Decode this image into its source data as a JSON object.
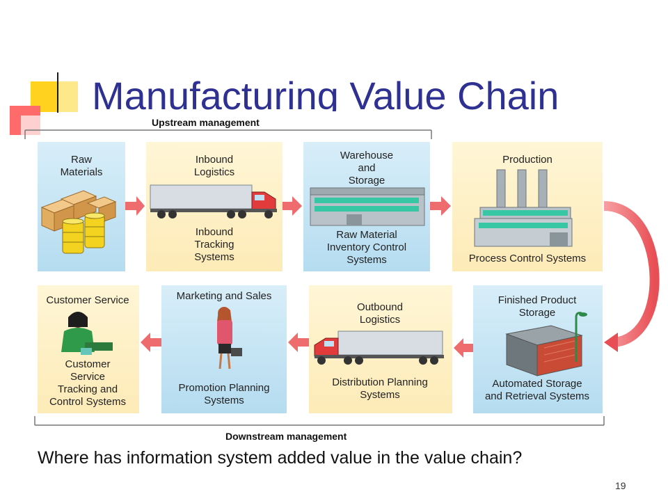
{
  "slide": {
    "title": "Manufacturing Value Chain",
    "question": "Where has information system added value in the value  chain?",
    "page_number": "19"
  },
  "diagram": {
    "upstream_label": "Upstream management",
    "downstream_label": "Downstream management",
    "boxes": [
      {
        "id": "raw-materials",
        "top_label": [
          "Raw",
          "Materials"
        ],
        "bottom_label": []
      },
      {
        "id": "inbound-logistics",
        "top_label": [
          "Inbound",
          "Logistics"
        ],
        "bottom_label": [
          "Inbound",
          "Tracking",
          "Systems"
        ]
      },
      {
        "id": "warehouse-storage",
        "top_label": [
          "Warehouse",
          "and",
          "Storage"
        ],
        "bottom_label": [
          "Raw Material",
          "Inventory Control",
          "Systems"
        ]
      },
      {
        "id": "production",
        "top_label": [
          "Production"
        ],
        "bottom_label": [
          "Process Control Systems"
        ]
      },
      {
        "id": "finished-product-storage",
        "top_label": [
          "Finished Product",
          "Storage"
        ],
        "bottom_label": [
          "Automated Storage",
          "and Retrieval Systems"
        ]
      },
      {
        "id": "outbound-logistics",
        "top_label": [
          "Outbound",
          "Logistics"
        ],
        "bottom_label": [
          "Distribution Planning",
          "Systems"
        ]
      },
      {
        "id": "marketing-sales",
        "top_label": [
          "Marketing and Sales"
        ],
        "bottom_label": [
          "Promotion Planning",
          "Systems"
        ]
      },
      {
        "id": "customer-service",
        "top_label": [
          "Customer Service"
        ],
        "bottom_label": [
          "Customer",
          "Service",
          "Tracking and",
          "Control Systems"
        ]
      }
    ],
    "colors": {
      "title": "#2e3192",
      "arrow": "#ee6b6e",
      "box_light_blue": "#bfe0f2",
      "box_light_yellow": "#fff1c6"
    }
  }
}
